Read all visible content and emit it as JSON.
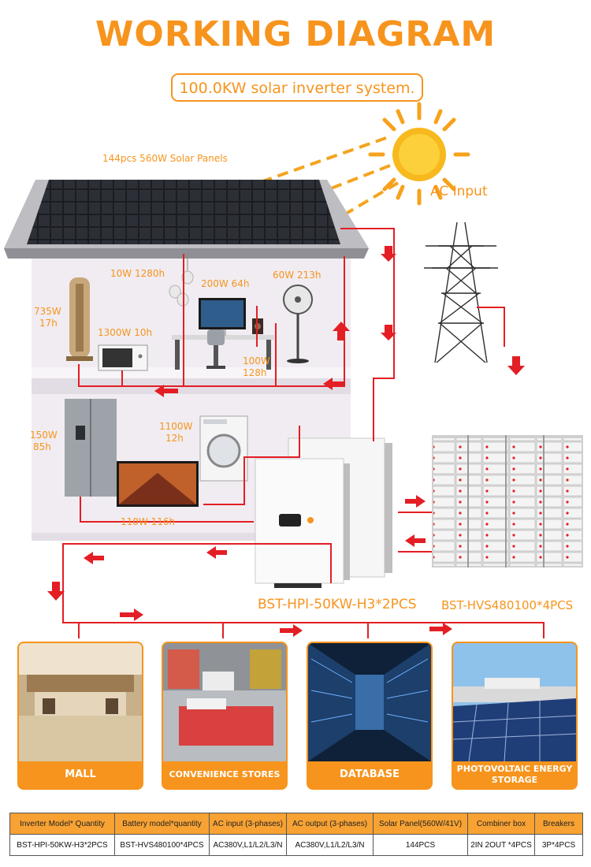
{
  "title": "WORKING DIAGRAM",
  "subtitle": "100.0KW solar inverter system.",
  "labels": {
    "solar_panels": "144pcs 560W Solar Panels",
    "ac_input": "AC Input",
    "lamp": "10W 1280h",
    "computer": "200W 64h",
    "fan": "60W 213h",
    "tower_fan_w": "735W",
    "tower_fan_h": "17h",
    "microwave": "1300W 10h",
    "speaker_w": "100W",
    "speaker_h": "128h",
    "washer_w": "1100W",
    "washer_h": "12h",
    "fridge_w": "150W",
    "fridge_h": "85h",
    "tv": "110W 116h",
    "inverter": "BST-HPI-50KW-H3*2PCS",
    "battery": "BST-HVS480100*4PCS"
  },
  "cards": [
    {
      "label": "MALL"
    },
    {
      "label": "CONVENIENCE STORES"
    },
    {
      "label": "DATABASE"
    },
    {
      "label": "PHOTOVOLTAIC ENERGY STORAGE"
    }
  ],
  "table": {
    "headers": [
      "Inverter Model* Quantity",
      "Battery model*quantity",
      "AC input (3-phases)",
      "AC output (3-phases)",
      "Solar Panel(560W/41V)",
      "Combiner box",
      "Breakers"
    ],
    "row": [
      "BST-HPI-50KW-H3*2PCS",
      "BST-HVS480100*4PCS",
      "AC380V,L1/L2/L3/N",
      "AC380V,L1/L2/L3/N",
      "144PCS",
      "2IN 2OUT *4PCS",
      "3P*4PCS"
    ]
  },
  "colors": {
    "accent": "#f7941d",
    "wire": "#e31e24",
    "house": "#f1edf2"
  }
}
